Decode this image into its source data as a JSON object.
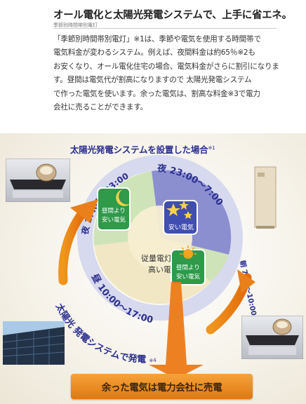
{
  "header": {
    "headline": "オール電化と太陽光発電システムで、上手に省エネ。",
    "subhead": "季節別時間帯別電灯"
  },
  "body": {
    "line1": "「季節別時間帯別電灯」※1は、季節や電気を使用する時間帯で",
    "line2": "電気料金が変わるシステム。例えば、夜間料金は約65％※2も",
    "line3": "お安くなり、オール電化住宅の場合、電気料金がさらに割引になりま",
    "line4": "す。昼間は電気代が割高になりますので 太陽光発電システム",
    "line5": "で作った電気を使います。余った電気は、割高な料金※3で電力",
    "line6": "会社に売ることができます。"
  },
  "diagram": {
    "title": "太陽光発電システムを設置した場合",
    "title_note": "※1",
    "night_label": "夜 23:00〜7:00",
    "morning_label": "朝 7:00〜10:00",
    "day_label": "昼 10:00〜17:00",
    "evening_label": "夜 17:00〜23:00",
    "center_line1": "従量電灯より",
    "center_line2": "高い電気",
    "night_badge_line1": "安い電気",
    "evening_badge_line1": "昼間より",
    "evening_badge_line2": "安い電気",
    "morning_badge_line1": "昼間より",
    "morning_badge_line2": "安い電気",
    "solar_caption": "太陽光 発電システムで発電",
    "solar_caption_note": "※4",
    "banner": "余った電気は電力会社に売電"
  },
  "colors": {
    "ring_outer": "#d7d9ee",
    "night_segment": "#8b8fd0",
    "day_segment": "#f1e7c4",
    "green_segment": "#cfe3b8",
    "badge_green": "#2e9a4a",
    "arrow_orange": "#ec7a16",
    "title_blue": "#2b2f8f"
  },
  "icons": [
    "stars-icon",
    "moon-icon",
    "sun-icon",
    "cooktop-photo",
    "water-heater-photo",
    "solar-roof-photo"
  ]
}
